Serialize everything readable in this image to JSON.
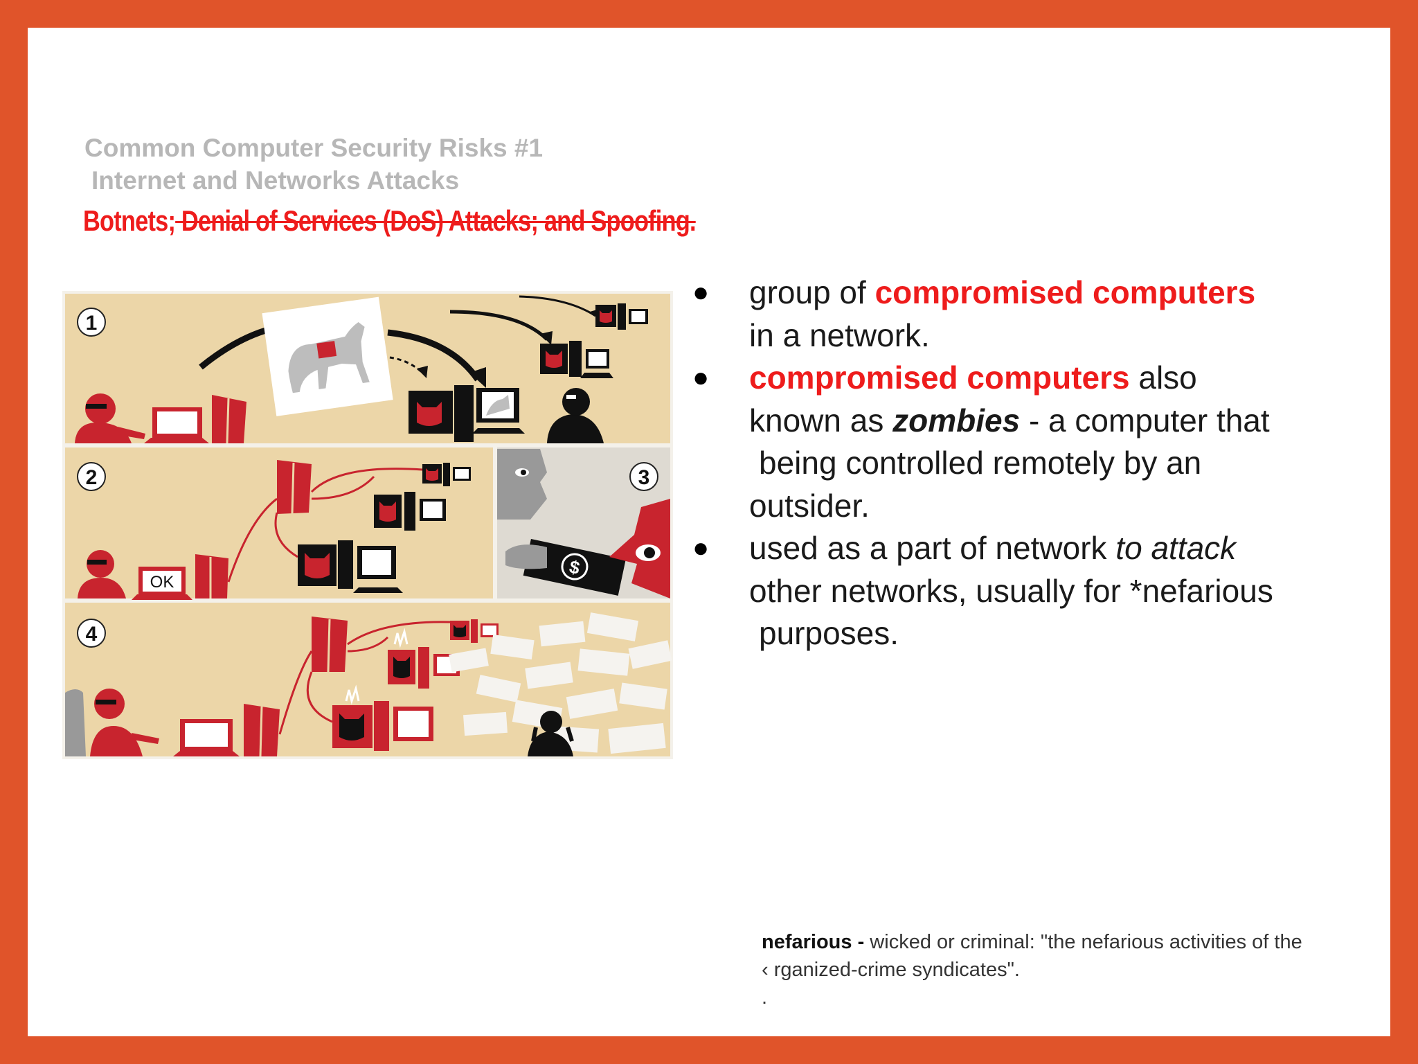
{
  "header": {
    "line1": "Common Computer Security Risks #1",
    "line2": "Internet and Networks Attacks"
  },
  "topic": {
    "active": "Botnets",
    "separator": ";",
    "struck": " Denial of Services (DoS) Attacks; and Spoofing."
  },
  "illustration": {
    "panel_numbers": [
      "1",
      "2",
      "3",
      "4"
    ],
    "ok_label": "OK",
    "dollar_sign": "$",
    "colors": {
      "tan": "#ecd6a8",
      "red": "#c8242e",
      "black": "#111111"
    }
  },
  "bullets": [
    {
      "dot": "●",
      "a_pre": "group of ",
      "a_red": "compromised computers",
      "b": "in a network."
    },
    {
      "dot": "●",
      "a_red": "compromised computers",
      "a_post": " also",
      "b_pre": "known as ",
      "b_em": "zombies",
      "b_post": " - a computer that",
      "c": "being controlled remotely by an",
      "d": "outsider."
    },
    {
      "dot": "●",
      "a_pre": "used as a part of network ",
      "a_em": "to attack",
      "b": "other networks, usually for *nefarious",
      "c": "purposes."
    }
  ],
  "footnote": {
    "term": "nefarious -",
    "definition": " wicked or criminal: \"the nefarious activities of the",
    "line2": "‹ rganized-crime syndicates\".",
    "line3": "."
  },
  "colors": {
    "frame": "#e0542a",
    "accent_red": "#ee1c1c",
    "header_gray": "#b7b7b7"
  }
}
